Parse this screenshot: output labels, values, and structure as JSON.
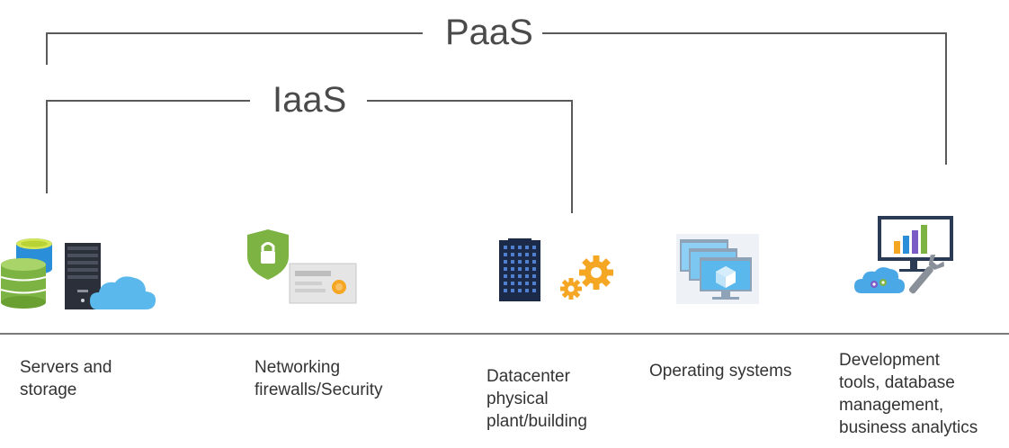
{
  "brackets": {
    "paas_label": "PaaS",
    "iaas_label": "IaaS"
  },
  "categories": [
    {
      "id": "servers",
      "icon": "servers-storage-icon",
      "label": "Servers and\nstorage"
    },
    {
      "id": "networking",
      "icon": "security-shield-icon",
      "label": "Networking\nfirewalls/Security"
    },
    {
      "id": "datacenter",
      "icon": "datacenter-building-icon",
      "label": "Datacenter\nphysical\nplant/building"
    },
    {
      "id": "os",
      "icon": "operating-systems-icon",
      "label": "Operating systems"
    },
    {
      "id": "devtools",
      "icon": "dev-tools-analytics-icon",
      "label": "Development\ntools, database\nmanagement,\nbusiness analytics"
    }
  ],
  "colors": {
    "bracket_line": "#5a5a5a",
    "green": "#7cb342",
    "azure_blue": "#2a8fd8",
    "dark_navy": "#1b2a48",
    "orange": "#f5a623"
  }
}
